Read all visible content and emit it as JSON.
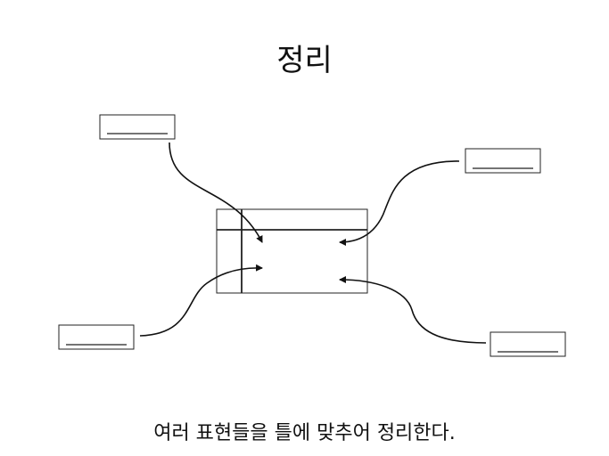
{
  "title": "정리",
  "caption": "여러 표현들을 틀에 맞추어 정리한다.",
  "diagram": {
    "label_boxes": [
      "top-left",
      "top-right",
      "bottom-left",
      "bottom-right"
    ]
  }
}
